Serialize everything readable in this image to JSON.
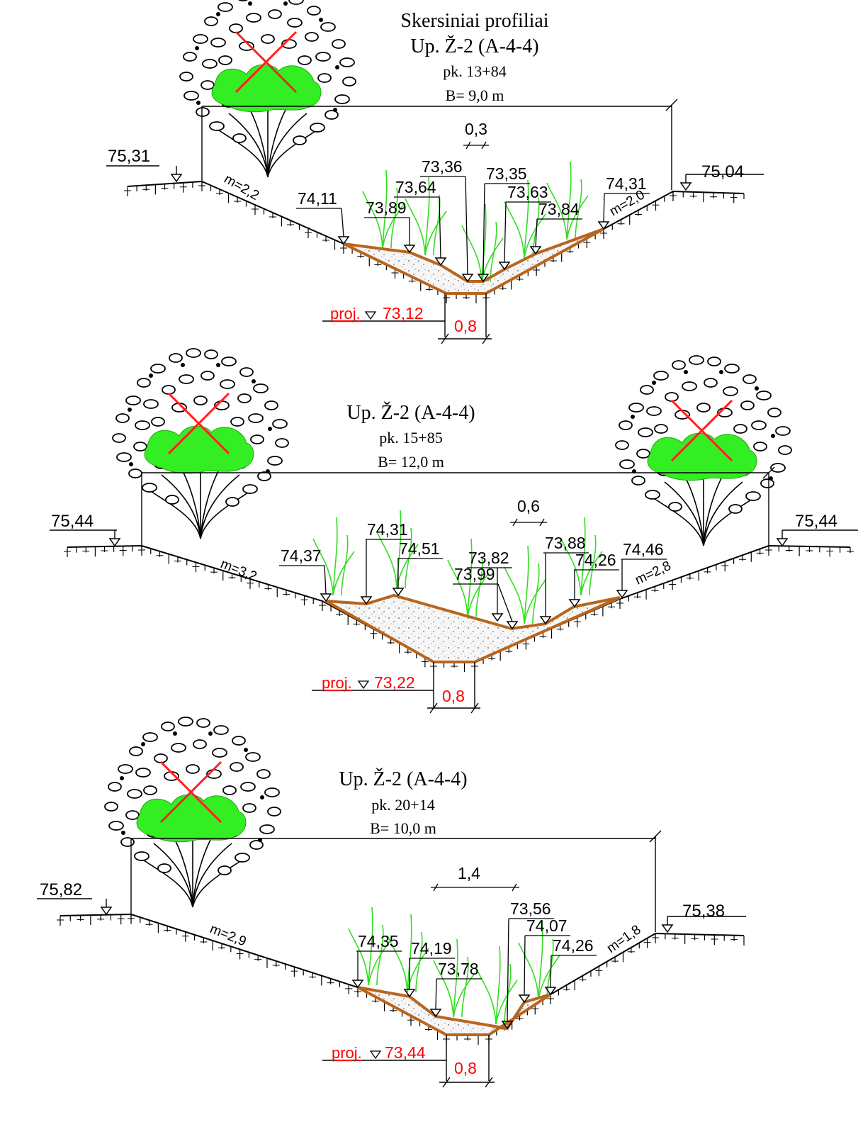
{
  "title": "Skersiniai profiliai",
  "colors": {
    "ground": "#000000",
    "sediment_line": "#b8651e",
    "sediment_fill": "#f4f4f4",
    "grass": "#33dd22",
    "bush": "#33ee22",
    "cross_mark": "#ff2020",
    "project_level": "#ff0000"
  },
  "icons": [
    "tree-icon",
    "bush-icon",
    "removal-cross-icon",
    "grass-icon",
    "level-marker-icon"
  ],
  "profiles": [
    {
      "river": "Up. Ž-2 (A-4-4)",
      "station": "pk. 13+84",
      "width": "B= 9,0 m",
      "left_bank": "75,31",
      "right_bank": "75,04",
      "left_slope": "m=2,2",
      "right_slope": "m=2,0",
      "top_dim": "0,3",
      "elevations": [
        "74,11",
        "73,89",
        "73,64",
        "73,36",
        "73,35",
        "73,63",
        "73,84",
        "74,31"
      ],
      "proj_label": "proj.",
      "proj_value": "73,12",
      "bottom_width": "0,8"
    },
    {
      "river": "Up. Ž-2 (A-4-4)",
      "station": "pk. 15+85",
      "width": "B= 12,0 m",
      "left_bank": "75,44",
      "right_bank": "75,44",
      "left_slope": "m=3,2",
      "right_slope": "m=2,8",
      "top_dim": "0,6",
      "elevations": [
        "74,37",
        "74,31",
        "74,51",
        "73,82",
        "73,99",
        "73,88",
        "74,26",
        "74,46"
      ],
      "proj_label": "proj.",
      "proj_value": "73,22",
      "bottom_width": "0,8"
    },
    {
      "river": "Up. Ž-2 (A-4-4)",
      "station": "pk. 20+14",
      "width": "B= 10,0 m",
      "left_bank": "75,82",
      "right_bank": "75,38",
      "left_slope": "m=2,9",
      "right_slope": "m=1,8",
      "top_dim": "1,4",
      "elevations": [
        "74,35",
        "74,19",
        "73,78",
        "73,56",
        "74,07",
        "74,26"
      ],
      "proj_label": "proj.",
      "proj_value": "73,44",
      "bottom_width": "0,8"
    }
  ]
}
